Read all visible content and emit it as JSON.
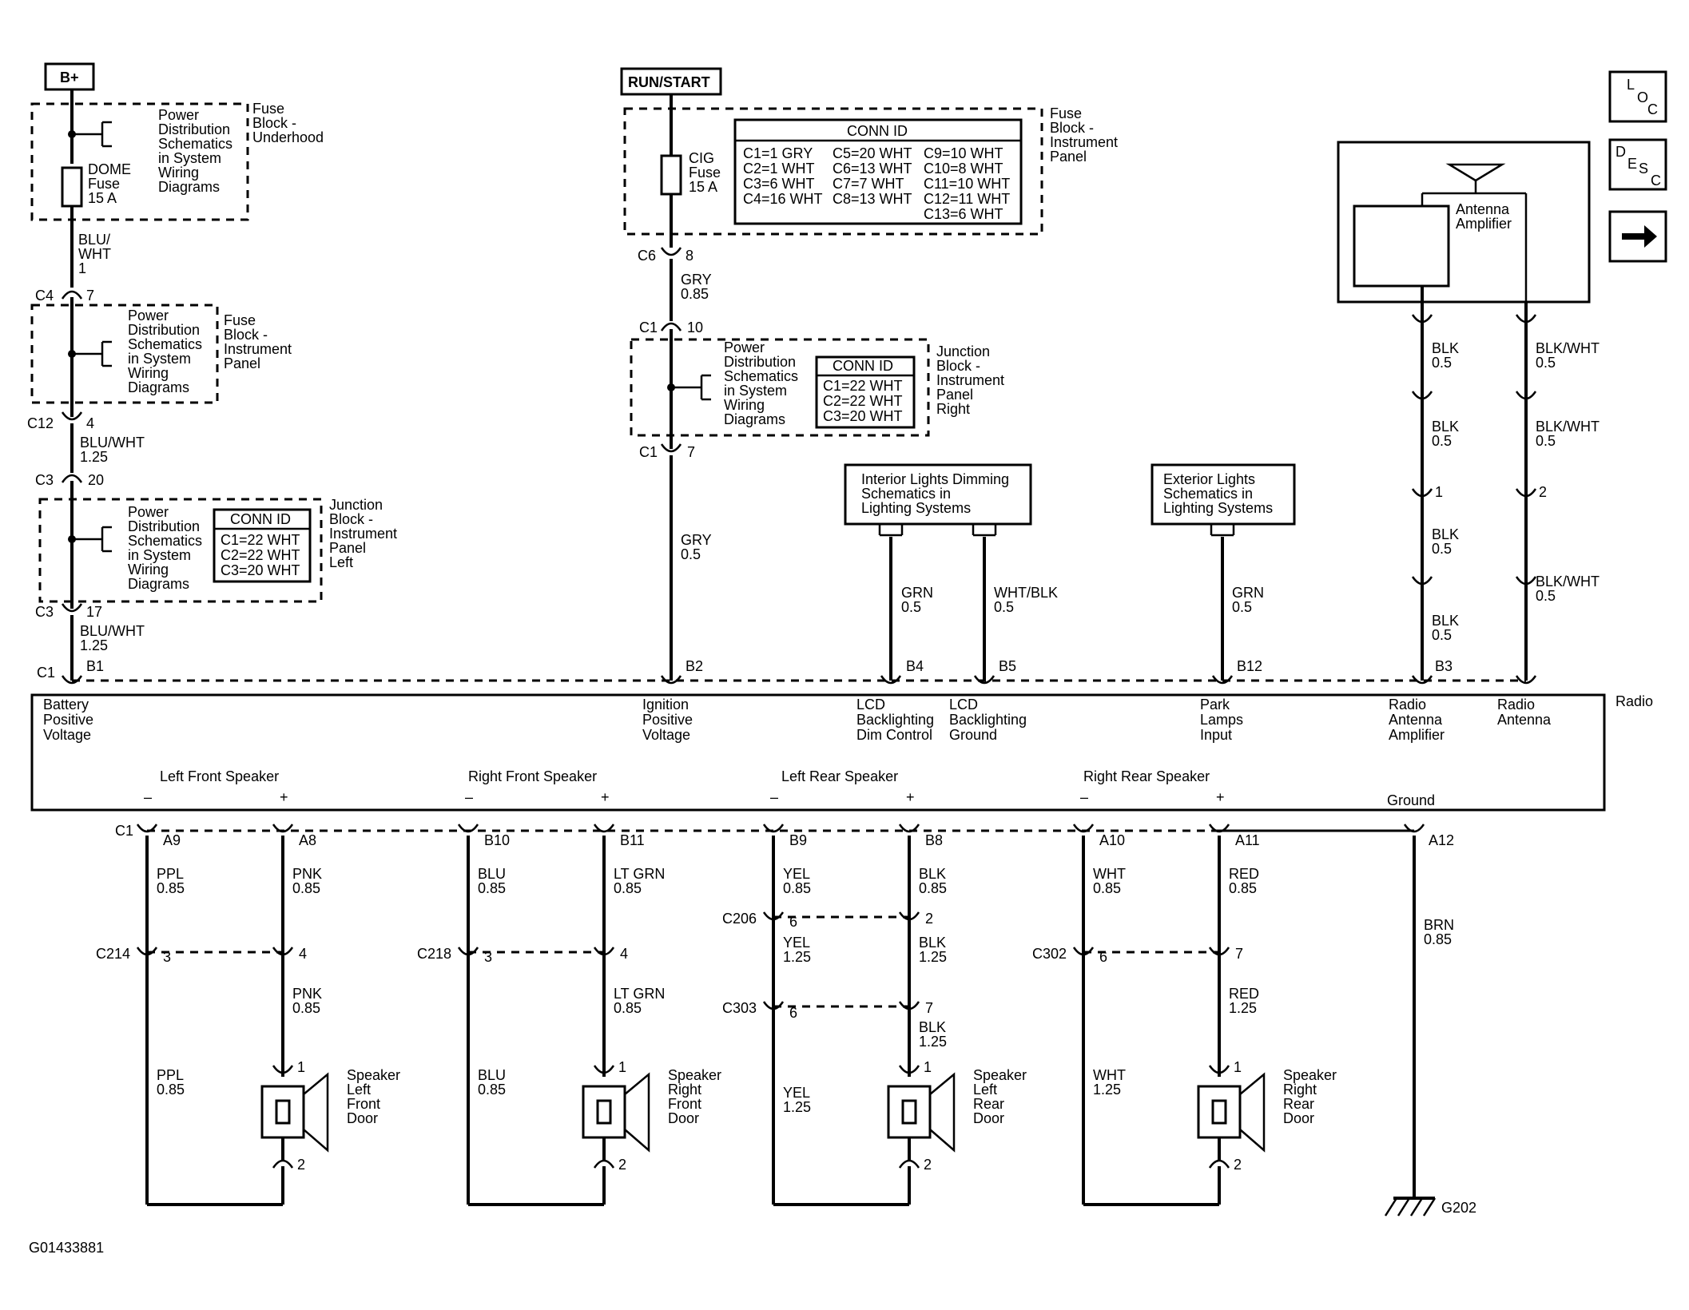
{
  "figure_id": "G01433881",
  "nav": {
    "loc": [
      "L",
      "O",
      "C"
    ],
    "desc": [
      "D",
      "E",
      "S",
      "C"
    ],
    "arrow_icon": "arrow-right-icon"
  },
  "power": {
    "bplus": "B+",
    "run_start": "RUN/START"
  },
  "common": {
    "power_dist": [
      "Power",
      "Distribution",
      "Schematics",
      "in System",
      "Wiring",
      "Diagrams"
    ],
    "conn_id": "CONN ID"
  },
  "fb_underhood": {
    "label": [
      "Fuse",
      "Block -",
      "Underhood"
    ],
    "fuse": [
      "DOME",
      "Fuse",
      "15 A"
    ]
  },
  "fb_ip_left": {
    "label": [
      "Fuse",
      "Block -",
      "Instrument",
      "Panel"
    ]
  },
  "fb_ip_center": {
    "label": [
      "Fuse",
      "Block -",
      "Instrument",
      "Panel"
    ],
    "fuse": [
      "CIG",
      "Fuse",
      "15 A"
    ],
    "conn": [
      [
        "C1=1 GRY",
        "C5=20 WHT",
        "C9=10 WHT"
      ],
      [
        "C2=1 WHT",
        "C6=13 WHT",
        "C10=8 WHT"
      ],
      [
        "C3=6 WHT",
        "C7=7 WHT",
        "C11=10 WHT"
      ],
      [
        "C4=16 WHT",
        "C8=13 WHT",
        "C12=11 WHT"
      ],
      [
        "",
        "",
        "C13=6 WHT"
      ]
    ]
  },
  "jb_left": {
    "label": [
      "Junction",
      "Block -",
      "Instrument",
      "Panel",
      "Left"
    ],
    "conn": [
      "C1=22 WHT",
      "C2=22 WHT",
      "C3=20 WHT"
    ]
  },
  "jb_right": {
    "label": [
      "Junction",
      "Block -",
      "Instrument",
      "Panel",
      "Right"
    ],
    "conn": [
      "C1=22 WHT",
      "C2=22 WHT",
      "C3=20 WHT"
    ]
  },
  "refs": {
    "interior": [
      "Interior Lights Dimming",
      "Schematics in",
      "Lighting Systems"
    ],
    "exterior": [
      "Exterior Lights",
      "Schematics in",
      "Lighting Systems"
    ]
  },
  "antenna_amp": [
    "Antenna",
    "Amplifier"
  ],
  "wires": {
    "bplus1": [
      "BLU/",
      "WHT",
      "1"
    ],
    "bplus2": [
      "BLU/WHT",
      "1.25"
    ],
    "bplus3": [
      "BLU/WHT",
      "1.25"
    ],
    "ign1": [
      "GRY",
      "0.85"
    ],
    "ign2": [
      "GRY",
      "0.5"
    ],
    "lcd_dim": [
      "GRN",
      "0.5"
    ],
    "lcd_gnd": [
      "WHT/BLK",
      "0.5"
    ],
    "park": [
      "GRN",
      "0.5"
    ],
    "amp1": [
      "BLK",
      "0.5"
    ],
    "amp2": [
      "BLK",
      "0.5"
    ],
    "amp3": [
      "BLK",
      "0.5"
    ],
    "amp4": [
      "BLK",
      "0.5"
    ],
    "ant1": [
      "BLK/WHT",
      "0.5"
    ],
    "ant2": [
      "BLK/WHT",
      "0.5"
    ],
    "ant3": [
      "BLK/WHT",
      "0.5"
    ],
    "ground": [
      "BRN",
      "0.85"
    ]
  },
  "connectors": {
    "c4": "C4",
    "c4p": "7",
    "c12": "C12",
    "c12p": "4",
    "c3a": "C3",
    "c3ap": "20",
    "c3b": "C3",
    "c3bp": "17",
    "c1": "C1",
    "c6": "C6",
    "c6p": "8",
    "c1b": "C1",
    "c1bp": "10",
    "c1c": "C1",
    "c1cp": "7",
    "amp_p": "1",
    "ant_p": "2"
  },
  "radio": {
    "name": "Radio",
    "pins": [
      "B1",
      "B2",
      "B4",
      "B5",
      "B12",
      "B3"
    ],
    "functions": [
      [
        "Battery",
        "Positive",
        "Voltage"
      ],
      [
        "Ignition",
        "Positive",
        "Voltage"
      ],
      [
        "LCD",
        "Backlighting",
        "Dim Control"
      ],
      [
        "LCD",
        "Backlighting",
        "Ground"
      ],
      [
        "Park",
        "Lamps",
        "Input"
      ],
      [
        "Radio",
        "Antenna",
        "Amplifier"
      ],
      [
        "Radio",
        "Antenna"
      ]
    ],
    "speaker_groups": [
      "Left Front Speaker",
      "Right Front Speaker",
      "Left Rear Speaker",
      "Right Rear Speaker"
    ],
    "ground_label": "Ground",
    "minus": "–",
    "plus": "+"
  },
  "speakers": [
    {
      "pins": [
        "A9",
        "A8"
      ],
      "w1": [
        [
          "PPL",
          "0.85"
        ],
        [
          "PNK",
          "0.85"
        ]
      ],
      "conn": "C214",
      "cp": [
        "3",
        "4"
      ],
      "w2": [
        [
          "PPL",
          "0.85"
        ],
        [
          "PNK",
          "0.85"
        ]
      ],
      "sp": [
        "1",
        "2"
      ],
      "name": [
        "Speaker",
        "Left",
        "Front",
        "Door"
      ]
    },
    {
      "pins": [
        "B10",
        "B11"
      ],
      "w1": [
        [
          "BLU",
          "0.85"
        ],
        [
          "LT GRN",
          "0.85"
        ]
      ],
      "conn": "C218",
      "cp": [
        "3",
        "4"
      ],
      "w2": [
        [
          "BLU",
          "0.85"
        ],
        [
          "LT GRN",
          "0.85"
        ]
      ],
      "sp": [
        "1",
        "2"
      ],
      "name": [
        "Speaker",
        "Right",
        "Front",
        "Door"
      ]
    },
    {
      "pins": [
        "B9",
        "B8"
      ],
      "w1": [
        [
          "YEL",
          "0.85"
        ],
        [
          "BLK",
          "0.85"
        ]
      ],
      "conn": "C206",
      "cp": [
        "6",
        "2"
      ],
      "w15": [
        [
          "YEL",
          "1.25"
        ],
        [
          "BLK",
          "1.25"
        ]
      ],
      "conn2": "C303",
      "cp2": [
        "6",
        "7"
      ],
      "w2": [
        [
          "YEL",
          "1.25"
        ],
        [
          "BLK",
          "1.25"
        ]
      ],
      "sp": [
        "1",
        "2"
      ],
      "name": [
        "Speaker",
        "Left",
        "Rear",
        "Door"
      ]
    },
    {
      "pins": [
        "A10",
        "A11"
      ],
      "w1": [
        [
          "WHT",
          "0.85"
        ],
        [
          "RED",
          "0.85"
        ]
      ],
      "conn": "C302",
      "cp": [
        "6",
        "7"
      ],
      "w2": [
        [
          "WHT",
          "1.25"
        ],
        [
          "RED",
          "1.25"
        ]
      ],
      "sp": [
        "1",
        "2"
      ],
      "name": [
        "Speaker",
        "Right",
        "Rear",
        "Door"
      ]
    }
  ],
  "ground_pin": "A12",
  "ground_ref": "G202",
  "c1_bottom": "C1"
}
